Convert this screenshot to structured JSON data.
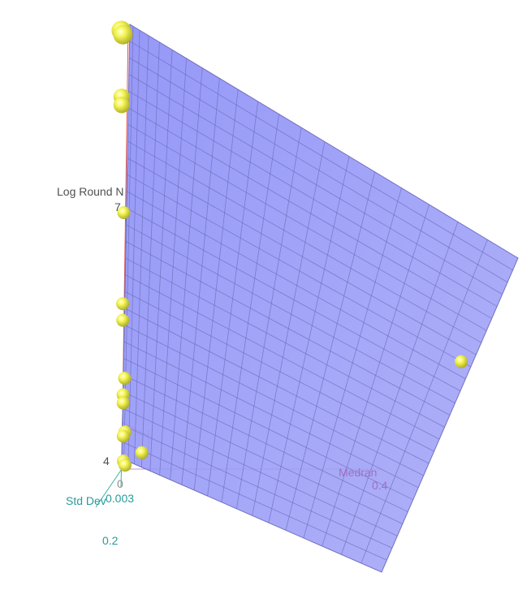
{
  "chart_data": {
    "type": "scatter",
    "title": "",
    "axes": {
      "vertical": {
        "label": "Log Round N",
        "ticks": [
          "4",
          "7"
        ],
        "color": "#505050"
      },
      "depth": {
        "label": "Std Dev",
        "ticks": [
          "0.003",
          "0.2"
        ],
        "color": "#2a9a9a"
      },
      "horizontal": {
        "label": "Medran",
        "ticks": [
          "0",
          "0.4"
        ],
        "color": "#a070c0"
      }
    },
    "surface": {
      "kind": "fitted plane",
      "fill_color": "#8a8df8",
      "grid_color": "#6a6ab8",
      "opacity": 0.72
    },
    "points": [
      {
        "medran": 0.0,
        "log_round_n": 9.2
      },
      {
        "medran": 0.0,
        "log_round_n": 9.15
      },
      {
        "medran": 0.0,
        "log_round_n": 8.4
      },
      {
        "medran": 0.0,
        "log_round_n": 8.3
      },
      {
        "medran": 0.0,
        "log_round_n": 7.0
      },
      {
        "medran": 0.0,
        "log_round_n": 5.9
      },
      {
        "medran": 0.0,
        "log_round_n": 5.7
      },
      {
        "medran": 0.0,
        "log_round_n": 5.0
      },
      {
        "medran": 0.0,
        "log_round_n": 4.8
      },
      {
        "medran": 0.0,
        "log_round_n": 4.7
      },
      {
        "medran": 0.0,
        "log_round_n": 4.35
      },
      {
        "medran": 0.0,
        "log_round_n": 4.3
      },
      {
        "medran": 0.0,
        "log_round_n": 4.0
      },
      {
        "medran": 0.0,
        "log_round_n": 3.95
      },
      {
        "medran": 0.03,
        "log_round_n": 4.1
      },
      {
        "medran": 0.55,
        "log_round_n": 5.2
      }
    ],
    "point_color": "#f2f25a",
    "grid": true,
    "legend": "none"
  }
}
